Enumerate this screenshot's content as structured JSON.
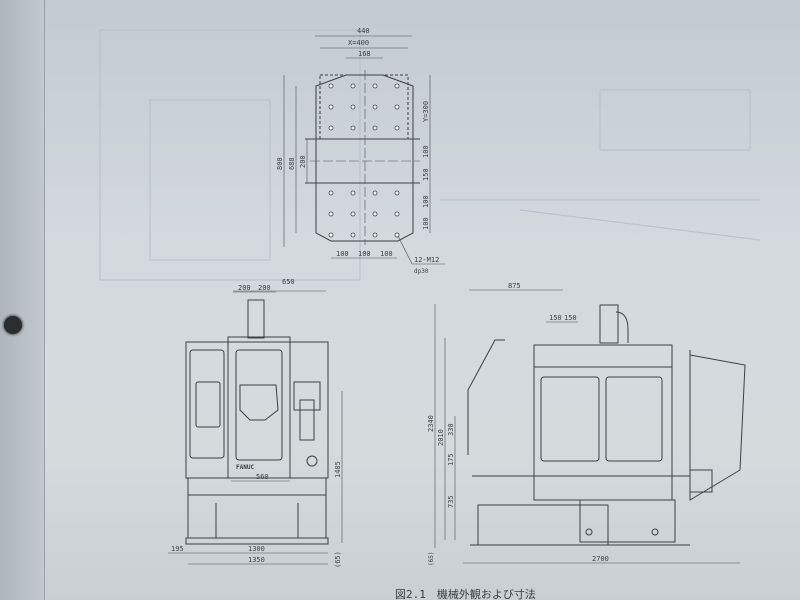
{
  "table_drawing": {
    "width_total": "440",
    "x_travel": "X=400",
    "center_width": "168",
    "y_travel": "Y=300",
    "length_total": "800",
    "length_inner": "688",
    "slot_region": "200",
    "right_dims": [
      "100",
      "150",
      "100",
      "100"
    ],
    "bottom_dims": [
      "100",
      "100",
      "100"
    ],
    "tapped_holes": "12-M12",
    "hole_depth": "dp30"
  },
  "front_view": {
    "spindle_left": "200",
    "spindle_right": "200",
    "depth": "650",
    "table_width": "560",
    "height": "1485",
    "left_offset": "195",
    "base_width": "1300",
    "overall_width": "1350",
    "foot_height": "(65)",
    "brand": "FANUC"
  },
  "side_view": {
    "spindle_offset": "875",
    "spindle_left": "150",
    "spindle_right": "150",
    "overall_height": "2340",
    "cover_height": "2010",
    "h330": "330",
    "h175": "175",
    "table_height": "735",
    "foot_height": "(65)",
    "overall_length": "2700"
  },
  "caption": "図2.1　機械外観および寸法"
}
